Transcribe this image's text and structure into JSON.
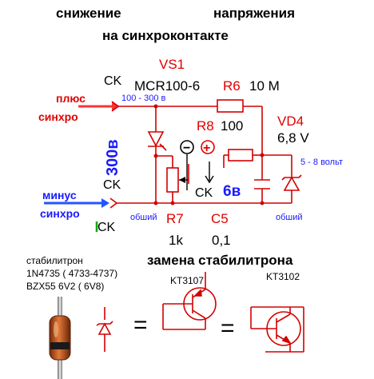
{
  "title": {
    "line1_left": "снижение",
    "line1_right": "напряжения",
    "line2": "на синхроконтакте"
  },
  "labels": {
    "plus": "плюс",
    "sync_top": "синхро",
    "minus": "минус",
    "sync_bottom": "синхро",
    "ck1": "CK",
    "ck2": "CK",
    "ck3": "CK",
    "ck4": "CK",
    "v300_side": "300в",
    "range_in": "100 - 300 в",
    "range_out": "5 - 8 вольт",
    "v6": "6в",
    "common_left": "обший",
    "common_right": "обший",
    "minus_sign": "−",
    "plus_sign": "+"
  },
  "components": {
    "vs1_ref": "VS1",
    "vs1_part": "MCR100-6",
    "r6_ref": "R6",
    "r6_val": "10 M",
    "r8_ref": "R8",
    "r8_val": "100",
    "vd4_ref": "VD4",
    "vd4_val": "6,8 V",
    "r7_ref": "R7",
    "r7_val": "1k",
    "c5_ref": "C5",
    "c5_val": "0,1"
  },
  "zener_note": {
    "line1": "стабилитрон",
    "line2": "1N4735 ( 4733-4737)",
    "line3": "BZX55  6V2 ( 6V8)"
  },
  "replacement": {
    "title": "замена  стабилитрона",
    "t1": "KT3107",
    "t2": "KT3102",
    "eq1": "=",
    "eq2": "="
  },
  "colors": {
    "wire": "#d40000",
    "text": "#000000",
    "blue": "#1a1aff",
    "arrow_red": "#ff3333",
    "arrow_blue": "#2255ff",
    "green": "#00aa00",
    "diode_body": "#c0531d"
  }
}
